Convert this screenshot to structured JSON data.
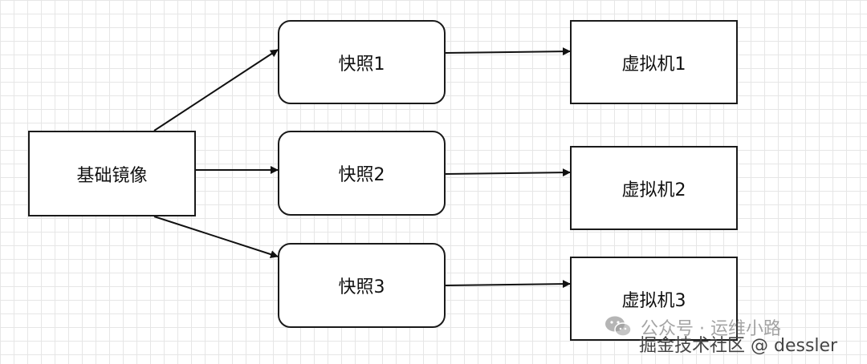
{
  "nodes": {
    "base_image": "基础镜像",
    "snapshot_1": "快照1",
    "snapshot_2": "快照2",
    "snapshot_3": "快照3",
    "vm_1": "虚拟机1",
    "vm_2": "虚拟机2",
    "vm_3": "虚拟机3"
  },
  "watermark": {
    "line1": "公众号 · 运维小路",
    "line2": "掘金技术社区 @ dessler",
    "icon": "wechat-icon"
  },
  "edges": [
    {
      "from": "base_image",
      "to": "snapshot_1"
    },
    {
      "from": "base_image",
      "to": "snapshot_2"
    },
    {
      "from": "base_image",
      "to": "snapshot_3"
    },
    {
      "from": "snapshot_1",
      "to": "vm_1"
    },
    {
      "from": "snapshot_2",
      "to": "vm_2"
    },
    {
      "from": "snapshot_3",
      "to": "vm_3"
    }
  ]
}
